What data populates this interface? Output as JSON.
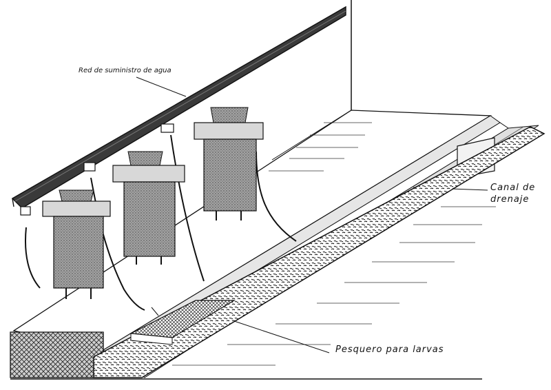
{
  "labels": {
    "water_supply": "Red de suministro de agua",
    "drain_line1": "Canal de",
    "drain_line2": "drenaje",
    "larvae_trap": "Pesquero para larvas"
  },
  "colors": {
    "ink": "#111111",
    "paper": "#ffffff",
    "tank_fill": "#9a9a9a",
    "pipe_fill": "#3a3a3a"
  }
}
